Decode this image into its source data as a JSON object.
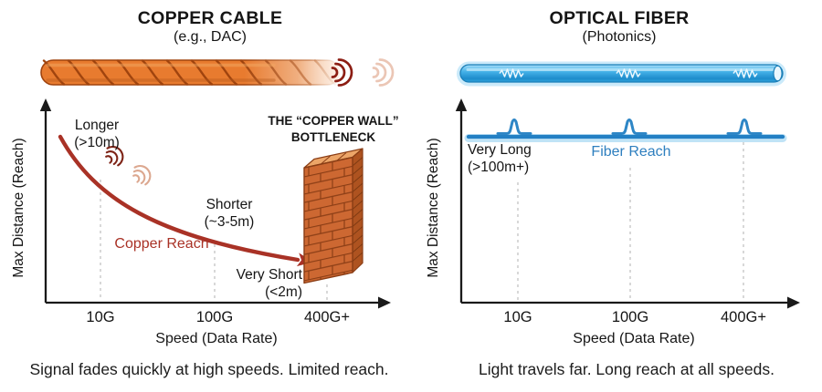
{
  "left": {
    "title": "COPPER CABLE",
    "subtitle": "(e.g., DAC)",
    "wall_label": {
      "line1": "THE “COPPER WALL”",
      "line2": "BOTTLENECK"
    },
    "annotations": {
      "longer": {
        "line1": "Longer",
        "line2": "(>10m)"
      },
      "shorter": {
        "line1": "Shorter",
        "line2": "(~3-5m)"
      },
      "very_short": {
        "line1": "Very Short",
        "line2": "(<2m)"
      },
      "curve_label": "Copper Reach"
    },
    "axis": {
      "y_label": "Max Distance (Reach)",
      "x_label": "Speed (Data Rate)",
      "ticks": [
        "10G",
        "100G",
        "400G+"
      ]
    },
    "caption": "Signal fades quickly at high speeds. Limited reach."
  },
  "right": {
    "title": "OPTICAL FIBER",
    "subtitle": "(Photonics)",
    "annotations": {
      "very_long": {
        "line1": "Very Long",
        "line2": "(>100m+)"
      },
      "line_label": "Fiber Reach"
    },
    "axis": {
      "y_label": "Max Distance (Reach)",
      "x_label": "Speed (Data Rate)",
      "ticks": [
        "10G",
        "100G",
        "400G+"
      ]
    },
    "caption": "Light travels far. Long reach at all speeds."
  },
  "colors": {
    "copper_curve": "#A93226",
    "copper_cable": "#E87B2F",
    "brick": "#CD6832",
    "fiber_blue": "#2380C4",
    "fiber_label_blue": "#2E7FBF"
  },
  "chart_data": [
    {
      "type": "line",
      "title": "COPPER CABLE (e.g., DAC)",
      "xlabel": "Speed (Data Rate)",
      "ylabel": "Max Distance (Reach)",
      "x_ticks": [
        "10G",
        "100G",
        "400G+"
      ],
      "grid": "dashed-vertical",
      "series": [
        {
          "name": "Copper Reach",
          "trend": "steeply decreasing, convex",
          "points": [
            {
              "x": "10G",
              "reach": ">10m",
              "label": "Longer"
            },
            {
              "x": "100G",
              "reach": "~3-5m",
              "label": "Shorter"
            },
            {
              "x": "400G+",
              "reach": "<2m",
              "label": "Very Short"
            }
          ]
        }
      ],
      "annotation": "THE “COPPER WALL” BOTTLENECK (brick wall at 400G+)",
      "caption": "Signal fades quickly at high speeds. Limited reach."
    },
    {
      "type": "line",
      "title": "OPTICAL FIBER (Photonics)",
      "xlabel": "Speed (Data Rate)",
      "ylabel": "Max Distance (Reach)",
      "x_ticks": [
        "10G",
        "100G",
        "400G+"
      ],
      "grid": "dashed-vertical",
      "series": [
        {
          "name": "Fiber Reach",
          "trend": "flat at high reach",
          "points": [
            {
              "x": "10G",
              "reach": ">100m+",
              "label": "Very Long"
            },
            {
              "x": "100G",
              "reach": ">100m+"
            },
            {
              "x": "400G+",
              "reach": ">100m+"
            }
          ]
        }
      ],
      "caption": "Light travels far. Long reach at all speeds."
    }
  ]
}
